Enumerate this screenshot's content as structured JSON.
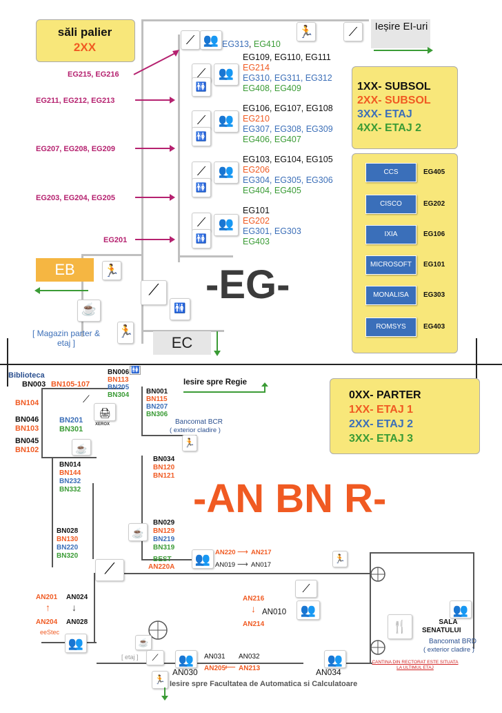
{
  "colors": {
    "yellow_box": "#f8e77a",
    "purple": "#b5216f",
    "red": "#f05a22",
    "blue": "#3c6fb8",
    "green": "#3a9b35",
    "company_blue": "#3a6fba",
    "eb_orange": "#f5b642",
    "exit_grey": "#e6e6e6"
  },
  "top": {
    "palier_title": "săli palier",
    "palier_floor": "2XX",
    "exit_label": "Ieșire EI-uri",
    "eb": "EB",
    "ec": "EC",
    "big_title": "-EG-",
    "magazin": "[ Magazin parter & etaj ]",
    "row0": {
      "a": "EG313",
      "sep": ", ",
      "b": "EG410"
    },
    "left_labels": [
      "EG215, EG216",
      "EG211, EG212, EG213",
      "EG207, EG208, EG209",
      "EG203, EG204, EG205",
      "EG201"
    ],
    "blocks": [
      {
        "black": "EG109, EG110, EG111",
        "red": "EG214",
        "blue": "EG310, EG311, EG312",
        "green": "EG408, EG409"
      },
      {
        "black": "EG106, EG107, EG108",
        "red": "EG210",
        "blue": "EG307, EG308, EG309",
        "green": "EG406, EG407"
      },
      {
        "black": "EG103, EG104, EG105",
        "red": "EG206",
        "blue": "EG304, EG305, EG306",
        "green": "EG404, EG405"
      },
      {
        "black": "EG101",
        "red": "EG202",
        "blue": "EG301, EG303",
        "green": "EG403"
      }
    ],
    "floor_legend": [
      "1XX- SUBSOL",
      "2XX- SUBSOL",
      "3XX- ETAJ",
      "4XX- ETAJ 2"
    ],
    "companies": [
      {
        "name": "CCS",
        "room": "EG405"
      },
      {
        "name": "CISCO",
        "room": "EG202"
      },
      {
        "name": "IXIA",
        "room": "EG106"
      },
      {
        "name": "MICROSOFT",
        "room": "EG101"
      },
      {
        "name": "MONALISA",
        "room": "EG303"
      },
      {
        "name": "ROMSYS",
        "room": "EG403"
      }
    ]
  },
  "bottom": {
    "big_title": "-AN BN R-",
    "floor_legend": [
      "0XX- PARTER",
      "1XX- ETAJ 1",
      "2XX- ETAJ 2",
      "3XX- ETAJ 3"
    ],
    "biblioteca": "Biblioteca",
    "bn003": "BN003",
    "bn105": "BN105-107",
    "bn104": "BN104",
    "bn046": "BN046",
    "bn103": "BN103",
    "bn045": "BN045",
    "bn102": "BN102",
    "bn201": "BN201",
    "bn301": "BN301",
    "xerox": "XEROX",
    "col_bn006": [
      "BN006",
      "BN113",
      "BN205",
      "BN304"
    ],
    "col_bn001": [
      "BN001",
      "BN115",
      "BN207",
      "BN306"
    ],
    "iesire_regie": "Iesire spre Regie",
    "bancomat_bcr": "Bancomat BCR",
    "bcr_sub": "( exterior cladire )",
    "col_bn034": [
      "BN034",
      "BN120",
      "BN121"
    ],
    "col_bn014": [
      "BN014",
      "BN144",
      "BN232",
      "BN332"
    ],
    "col_bn029": [
      "BN029",
      "BN129",
      "BN219",
      "BN319"
    ],
    "col_bn028": [
      "BN028",
      "BN130",
      "BN220",
      "BN320"
    ],
    "best": "BEST",
    "an220a": "AN220A",
    "an220": "AN220",
    "an217": "AN217",
    "an019": "AN019",
    "an017": "AN017",
    "an201": "AN201",
    "an024": "AN024",
    "an204": "AN204",
    "an028": "AN028",
    "eestec": "eeStec",
    "an216": "AN216",
    "an010": "AN010",
    "an214": "AN214",
    "sala": "SALA",
    "senatului": "SENATULUI",
    "bancomat_brd": "Bancomat BRD",
    "brd_sub": "( exterior cladire )",
    "etaj": "[ etaj ]",
    "an031": "AN031",
    "an032": "AN032",
    "an030": "AN030",
    "an205": "AN205",
    "an213": "AN213",
    "an034": "AN034",
    "cantina": "CANTINA DIN RECTORAT ESTE SITUATA LA ULTIMUL ETAJ",
    "iesire_fac": "Iesire spre Facultatea de Automatica si Calculatoare"
  }
}
